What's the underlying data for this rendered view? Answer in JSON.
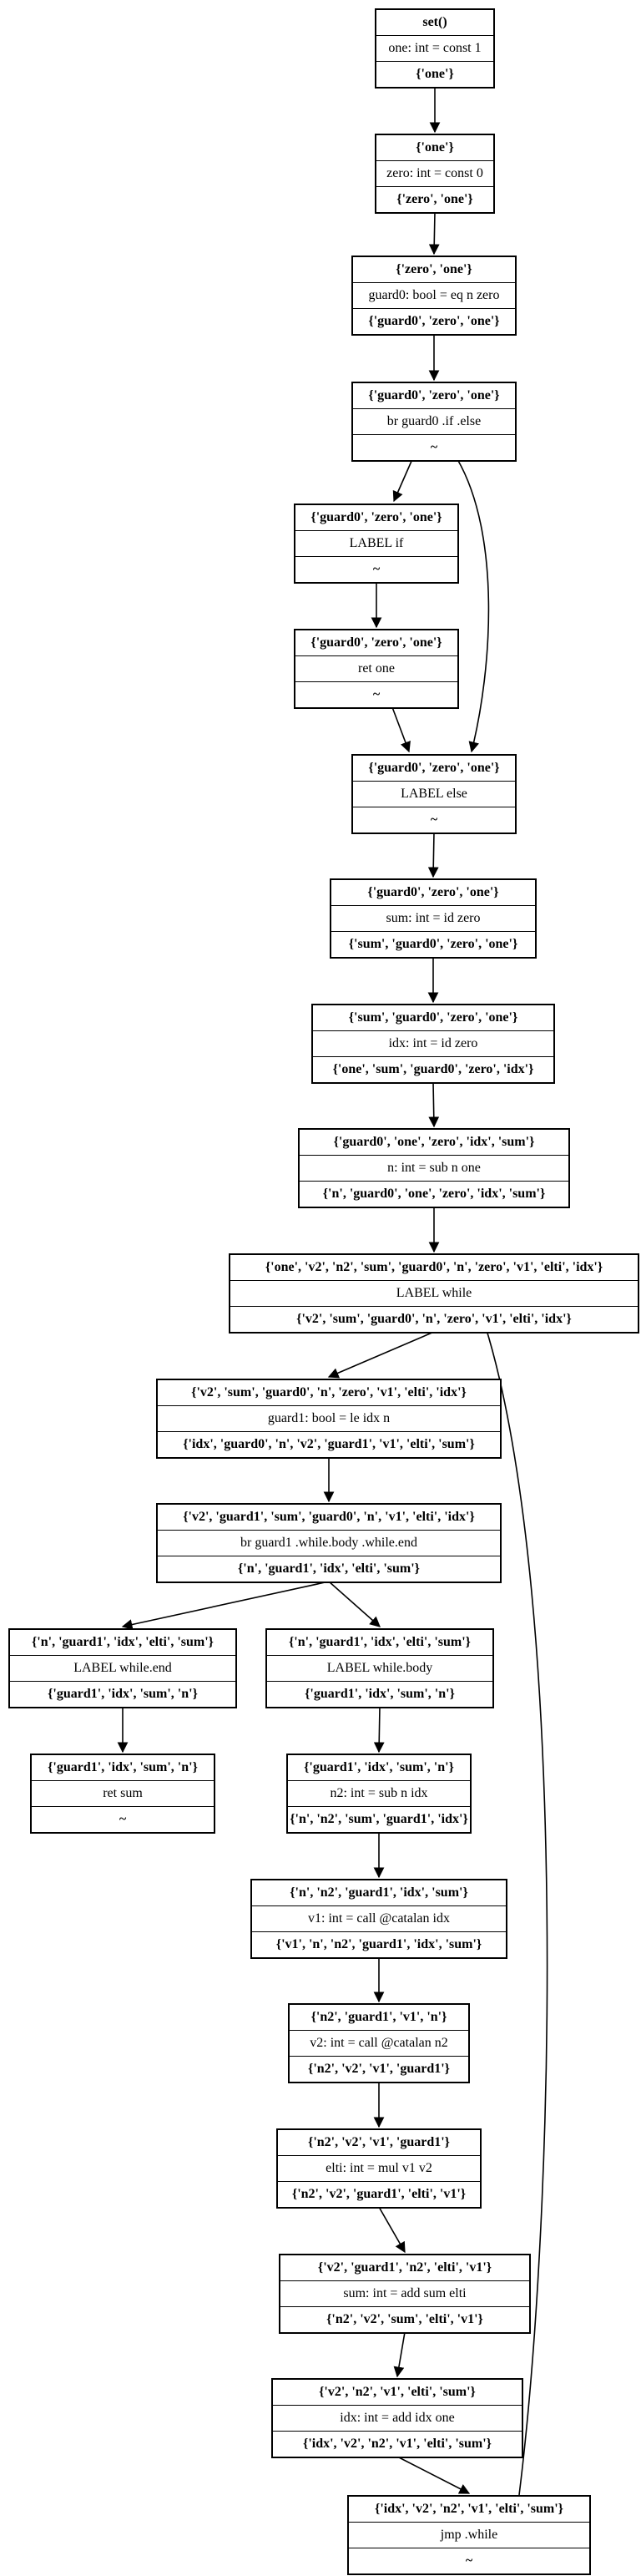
{
  "graph": {
    "nodes": [
      {
        "id": "n0",
        "header": "set()",
        "instr": "one: int = const 1",
        "out": "{'one'}"
      },
      {
        "id": "n1",
        "header": "{'one'}",
        "instr": "zero: int = const 0",
        "out": "{'zero', 'one'}"
      },
      {
        "id": "n2",
        "header": "{'zero', 'one'}",
        "instr": "guard0: bool = eq n zero",
        "out": "{'guard0', 'zero', 'one'}"
      },
      {
        "id": "n3",
        "header": "{'guard0', 'zero', 'one'}",
        "instr": "br guard0 .if .else",
        "out": "~"
      },
      {
        "id": "n4",
        "header": "{'guard0', 'zero', 'one'}",
        "instr": "LABEL if",
        "out": "~"
      },
      {
        "id": "n5",
        "header": "{'guard0', 'zero', 'one'}",
        "instr": "ret one",
        "out": "~"
      },
      {
        "id": "n6",
        "header": "{'guard0', 'zero', 'one'}",
        "instr": "LABEL else",
        "out": "~"
      },
      {
        "id": "n7",
        "header": "{'guard0', 'zero', 'one'}",
        "instr": "sum: int = id zero",
        "out": "{'sum', 'guard0', 'zero', 'one'}"
      },
      {
        "id": "n8",
        "header": "{'sum', 'guard0', 'zero', 'one'}",
        "instr": "idx: int = id zero",
        "out": "{'one', 'sum', 'guard0', 'zero', 'idx'}"
      },
      {
        "id": "n9",
        "header": "{'guard0', 'one', 'zero', 'idx', 'sum'}",
        "instr": "n: int = sub n one",
        "out": "{'n', 'guard0', 'one', 'zero', 'idx', 'sum'}"
      },
      {
        "id": "n10",
        "header": "{'one', 'v2', 'n2', 'sum', 'guard0', 'n', 'zero', 'v1', 'elti', 'idx'}",
        "instr": "LABEL while",
        "out": "{'v2', 'sum', 'guard0', 'n', 'zero', 'v1', 'elti', 'idx'}"
      },
      {
        "id": "n11",
        "header": "{'v2', 'sum', 'guard0', 'n', 'zero', 'v1', 'elti', 'idx'}",
        "instr": "guard1: bool = le idx n",
        "out": "{'idx', 'guard0', 'n', 'v2', 'guard1', 'v1', 'elti', 'sum'}"
      },
      {
        "id": "n12",
        "header": "{'v2', 'guard1', 'sum', 'guard0', 'n', 'v1', 'elti', 'idx'}",
        "instr": "br guard1 .while.body .while.end",
        "out": "{'n', 'guard1', 'idx', 'elti', 'sum'}"
      },
      {
        "id": "n13",
        "header": "{'n', 'guard1', 'idx', 'elti', 'sum'}",
        "instr": "LABEL while.end",
        "out": "{'guard1', 'idx', 'sum', 'n'}"
      },
      {
        "id": "n14",
        "header": "{'guard1', 'idx', 'sum', 'n'}",
        "instr": "ret sum",
        "out": "~"
      },
      {
        "id": "n15",
        "header": "{'n', 'guard1', 'idx', 'elti', 'sum'}",
        "instr": "LABEL while.body",
        "out": "{'guard1', 'idx', 'sum', 'n'}"
      },
      {
        "id": "n16",
        "header": "{'guard1', 'idx', 'sum', 'n'}",
        "instr": "n2: int = sub n idx",
        "out": "{'n', 'n2', 'sum', 'guard1', 'idx'}"
      },
      {
        "id": "n17",
        "header": "{'n', 'n2', 'guard1', 'idx', 'sum'}",
        "instr": "v1: int = call @catalan idx",
        "out": "{'v1', 'n', 'n2', 'guard1', 'idx', 'sum'}"
      },
      {
        "id": "n18",
        "header": "{'n2', 'guard1', 'v1', 'n'}",
        "instr": "v2: int = call @catalan n2",
        "out": "{'n2', 'v2', 'v1', 'guard1'}"
      },
      {
        "id": "n19",
        "header": "{'n2', 'v2', 'v1', 'guard1'}",
        "instr": "elti: int = mul v1 v2",
        "out": "{'n2', 'v2', 'guard1', 'elti', 'v1'}"
      },
      {
        "id": "n20",
        "header": "{'v2', 'guard1', 'n2', 'elti', 'v1'}",
        "instr": "sum: int = add sum elti",
        "out": "{'n2', 'v2', 'sum', 'elti', 'v1'}"
      },
      {
        "id": "n21",
        "header": "{'v2', 'n2', 'v1', 'elti', 'sum'}",
        "instr": "idx: int = add idx one",
        "out": "{'idx', 'v2', 'n2', 'v1', 'elti', 'sum'}"
      },
      {
        "id": "n22",
        "header": "{'idx', 'v2', 'n2', 'v1', 'elti', 'sum'}",
        "instr": "jmp .while",
        "out": "~"
      }
    ],
    "edges": [
      [
        "n0",
        "n1"
      ],
      [
        "n1",
        "n2"
      ],
      [
        "n2",
        "n3"
      ],
      [
        "n3",
        "n4"
      ],
      [
        "n3",
        "n6"
      ],
      [
        "n4",
        "n5"
      ],
      [
        "n5",
        "n6"
      ],
      [
        "n6",
        "n7"
      ],
      [
        "n7",
        "n8"
      ],
      [
        "n8",
        "n9"
      ],
      [
        "n9",
        "n10"
      ],
      [
        "n10",
        "n11"
      ],
      [
        "n11",
        "n12"
      ],
      [
        "n12",
        "n13"
      ],
      [
        "n12",
        "n15"
      ],
      [
        "n13",
        "n14"
      ],
      [
        "n15",
        "n16"
      ],
      [
        "n16",
        "n17"
      ],
      [
        "n17",
        "n18"
      ],
      [
        "n18",
        "n19"
      ],
      [
        "n19",
        "n20"
      ],
      [
        "n20",
        "n21"
      ],
      [
        "n21",
        "n22"
      ],
      [
        "n22",
        "n10"
      ]
    ]
  }
}
